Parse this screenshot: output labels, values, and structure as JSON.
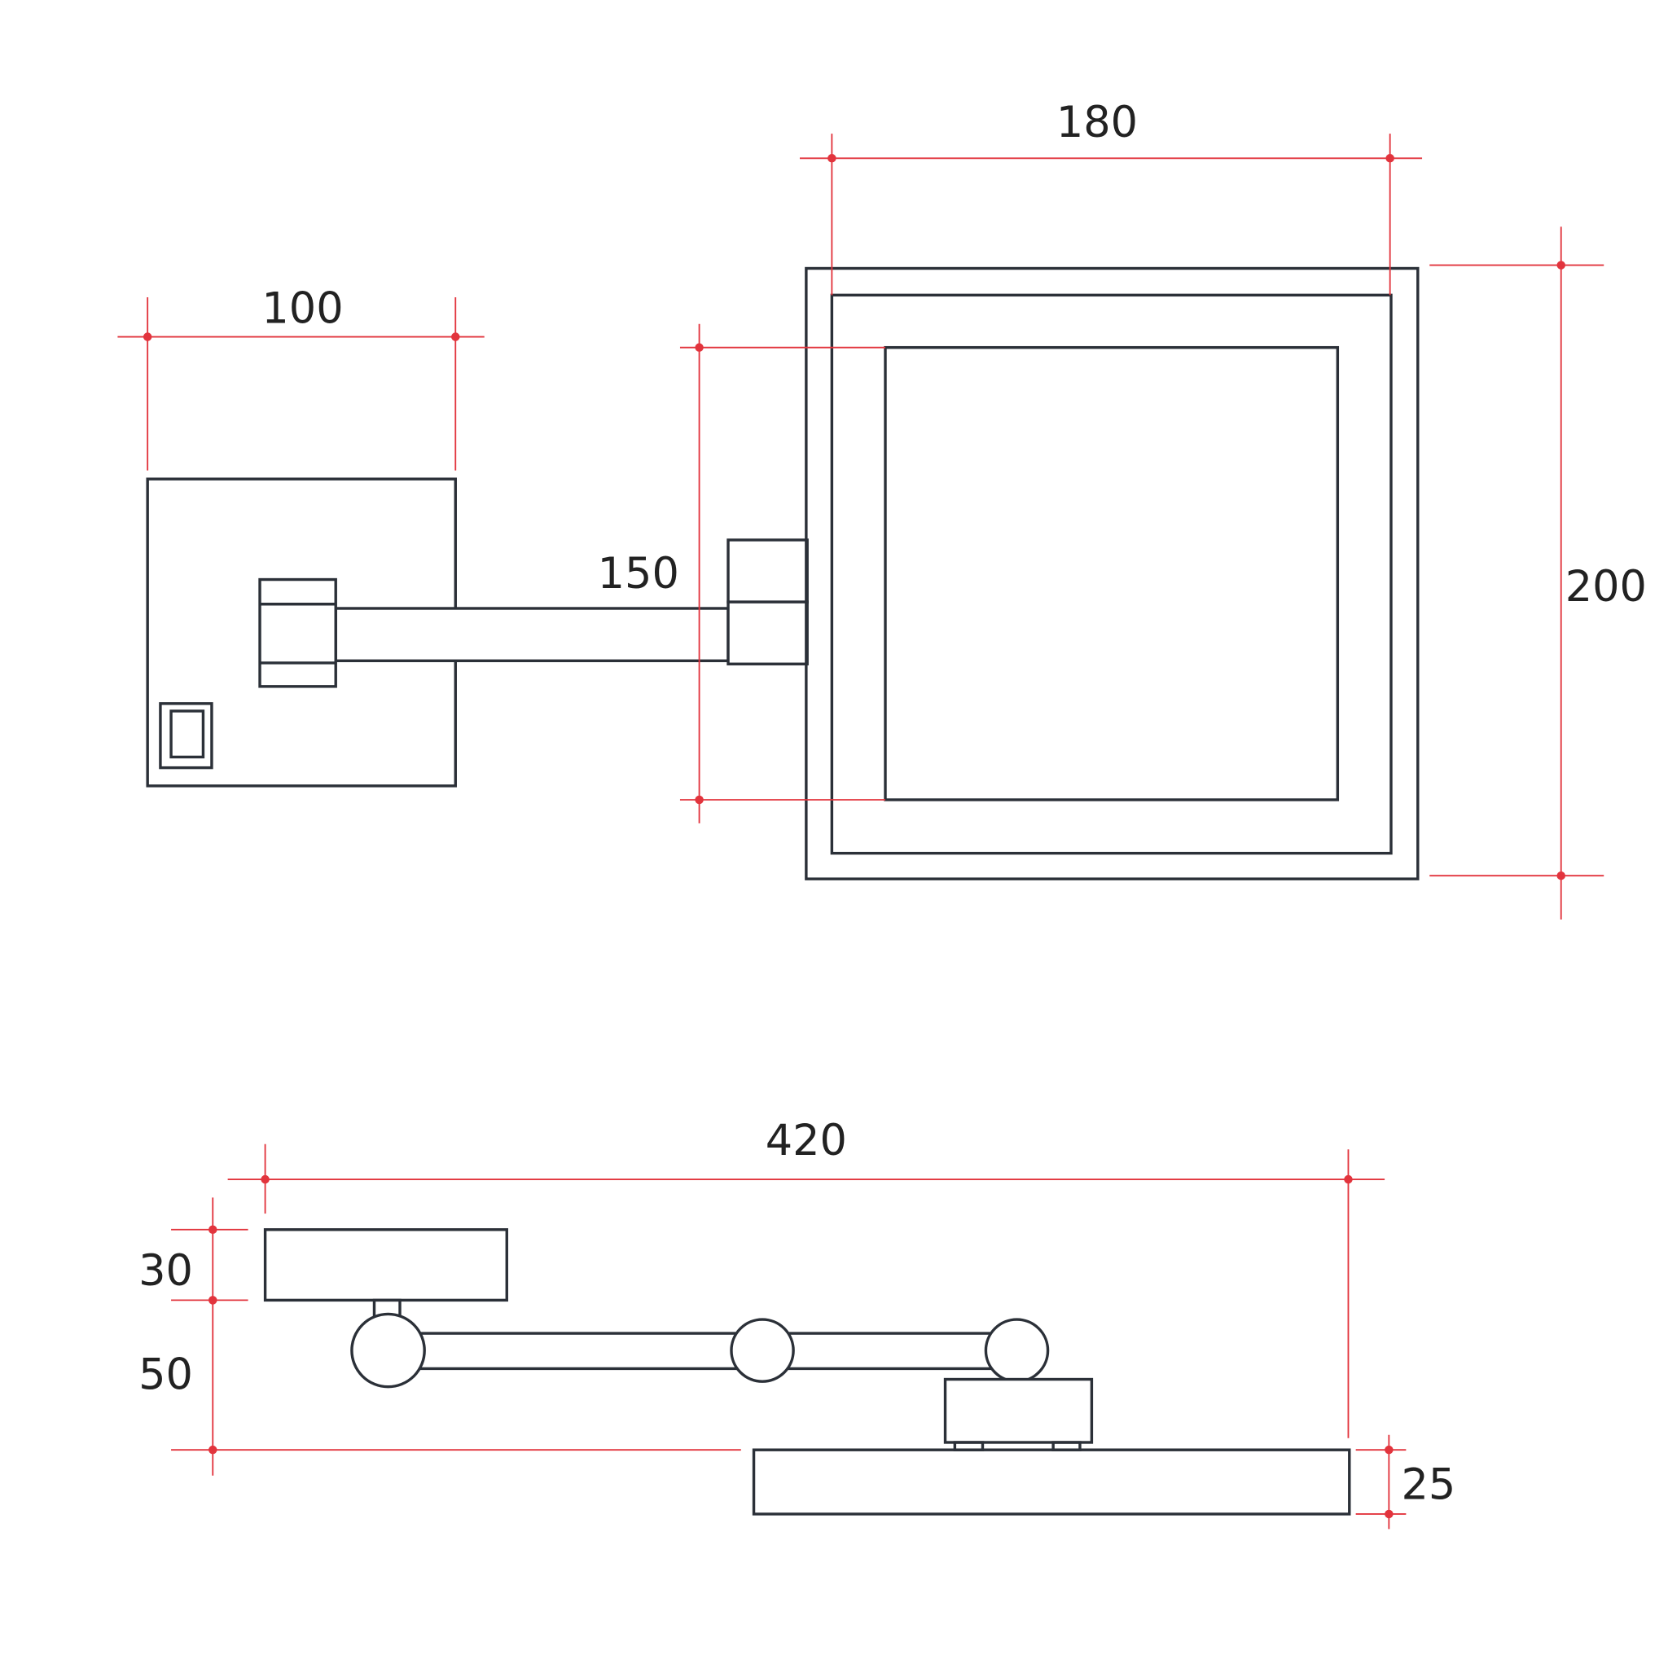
{
  "top_view": {
    "base_width": "100",
    "arm_length": "150",
    "mirror_width": "180",
    "mirror_height": "200"
  },
  "side_view": {
    "total_length": "420",
    "base_depth": "30",
    "arm_offset": "50",
    "mirror_depth": "25"
  },
  "colors": {
    "outline": "#2b3038",
    "dimension": "#e2343d"
  }
}
